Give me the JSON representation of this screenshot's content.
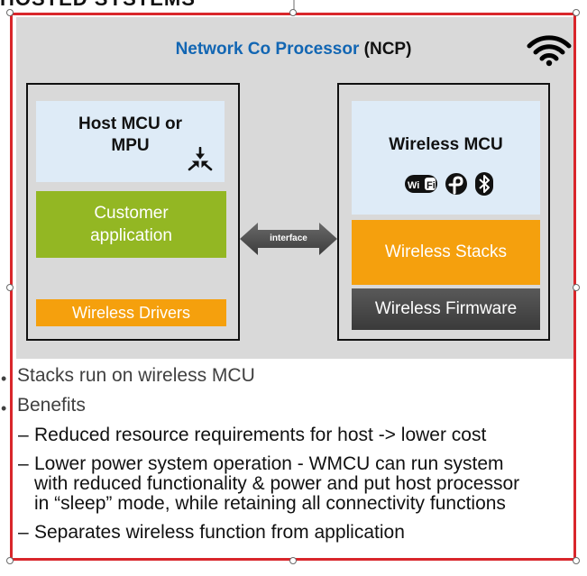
{
  "heading_cut": "HOSTED SYSTEMS",
  "diagram": {
    "ncp_title_main": "Network Co Processor",
    "ncp_title_abbr": "(NCP)",
    "host_box": {
      "mcu_line1": "Host MCU or",
      "mcu_line2": "MPU",
      "customer_line1": "Customer",
      "customer_line2": "application",
      "drivers": "Wireless Drivers"
    },
    "interface_label": "interface",
    "wireless_box": {
      "mcu": "Wireless MCU",
      "stacks": "Wireless Stacks",
      "firmware": "Wireless Firmware",
      "icons": [
        "wifi-logo-icon",
        "thread-logo-icon",
        "bluetooth-icon"
      ]
    },
    "colors": {
      "frame_red": "#d9262b",
      "title_blue": "#1266b3",
      "green": "#93b723",
      "orange": "#f5a00d",
      "light_blue": "#deebf7",
      "dark_gray": "#4a4a4a",
      "gray_bg": "#d9d9d9"
    }
  },
  "bullets": [
    {
      "text": "Stacks run on wireless MCU",
      "sub": []
    },
    {
      "text": "Benefits",
      "sub": [
        {
          "lines": [
            "Reduced resource requirements for host -> lower cost"
          ]
        },
        {
          "lines": [
            "Lower power system operation - WMCU can run system",
            "with reduced functionality & power and put host processor",
            "in “sleep” mode, while retaining all connectivity functions"
          ]
        },
        {
          "lines": [
            "Separates wireless function from application"
          ]
        }
      ]
    }
  ]
}
